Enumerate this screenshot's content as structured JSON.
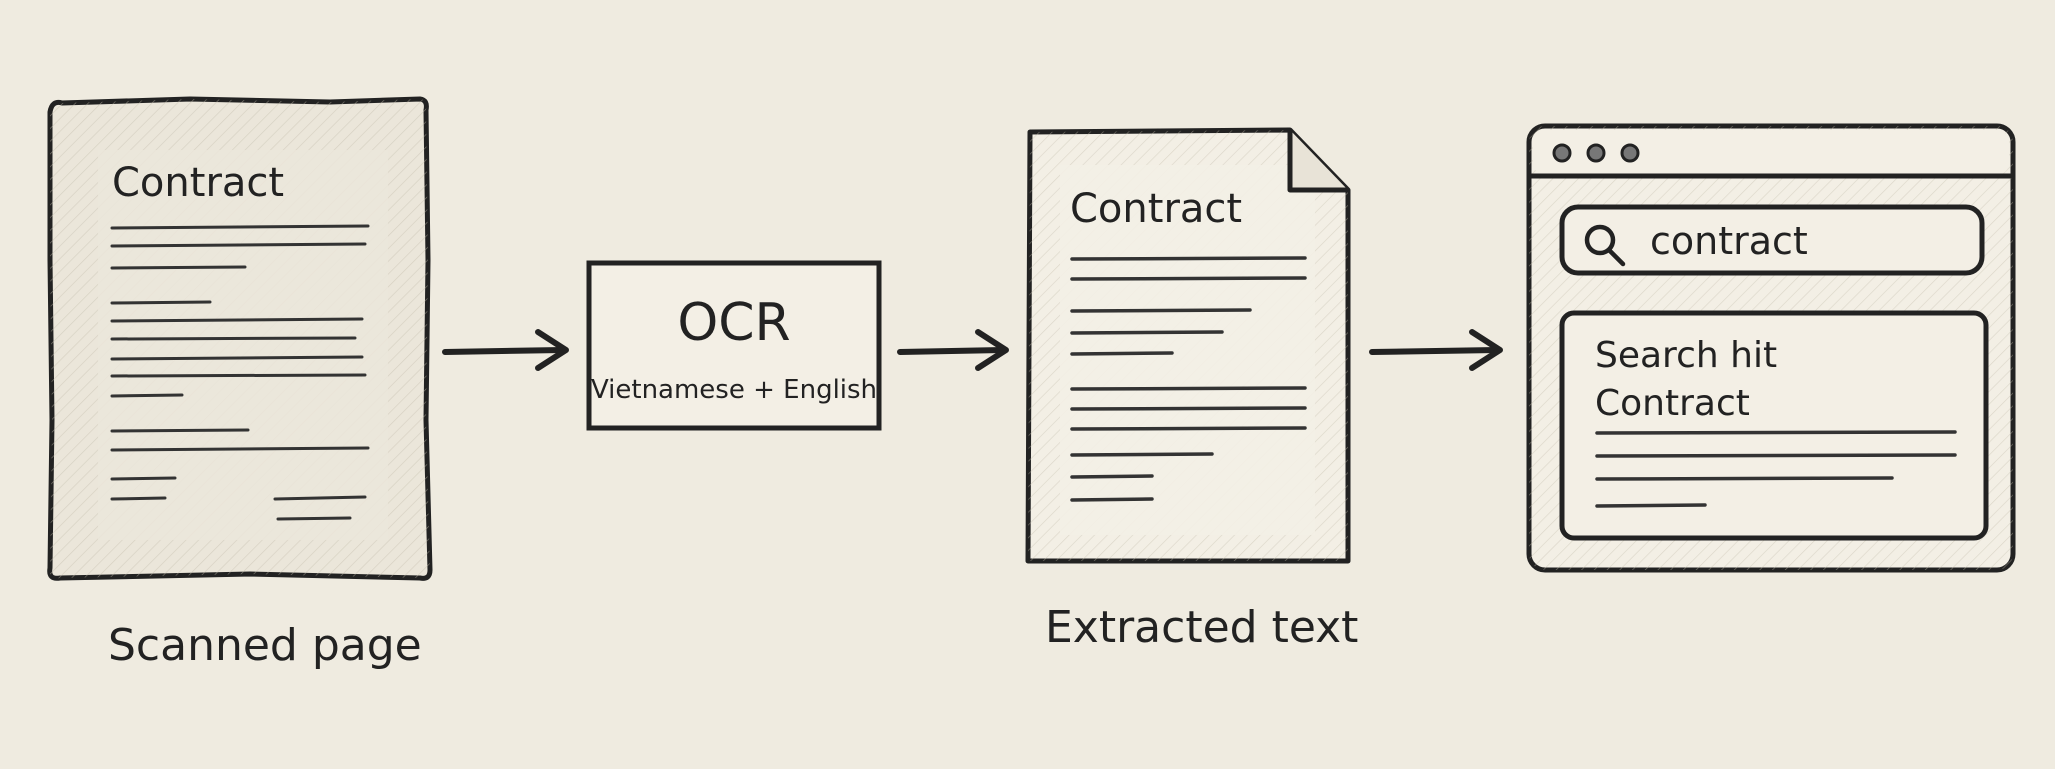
{
  "colors": {
    "background": "#efebe0",
    "ink": "#222222",
    "hatch": "#bdb7a8",
    "paper": "#f3efe5"
  },
  "scanned_page": {
    "doc_title": "Contract",
    "caption": "Scanned page"
  },
  "ocr": {
    "title": "OCR",
    "languages": "Vietnamese + English"
  },
  "extracted": {
    "doc_title": "Contract",
    "caption": "Extracted text"
  },
  "search_window": {
    "window_dots": 3,
    "query": "contract",
    "result_title": "Search hit",
    "result_doc": "Contract"
  },
  "icons": {
    "search": "magnifier-icon",
    "arrow": "arrow-right-icon"
  }
}
